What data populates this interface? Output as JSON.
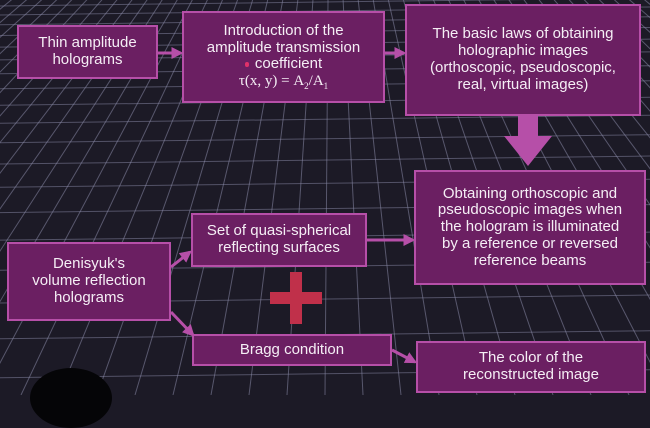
{
  "colors": {
    "background": "#1c1a26",
    "grid": "#8a8aa8",
    "box_fill": "#6b1f62",
    "box_border": "#b64fa8",
    "arrow": "#b64fa8",
    "plus": "#c0304a",
    "text": "#f5eef5"
  },
  "boxes": {
    "thin_holograms": {
      "lines": [
        "Thin amplitude",
        "holograms"
      ]
    },
    "intro": {
      "lines": [
        "Introduction of the",
        "amplitude transmission",
        "coefficient"
      ],
      "formula": "τ(x, y) = A",
      "formula_sub1": "2",
      "formula_mid": "/A",
      "formula_sub2": "1"
    },
    "basic_laws": {
      "lines": [
        "The basic laws of obtaining",
        "holographic images",
        "(orthoscopic, pseudoscopic,",
        "real, virtual images)"
      ]
    },
    "orthoscopic": {
      "lines": [
        "Obtaining orthoscopic and",
        "pseudoscopic images when",
        "the hologram is illuminated",
        "by a reference or  reversed",
        "reference beams"
      ]
    },
    "quasi_spherical": {
      "lines": [
        "Set of quasi-spherical",
        "reflecting surfaces"
      ]
    },
    "denisyuk": {
      "lines": [
        "Denisyuk's",
        "volume reflection",
        "holograms"
      ]
    },
    "bragg": {
      "lines": [
        "Bragg condition"
      ]
    },
    "color": {
      "lines": [
        "The color of the",
        "reconstructed image"
      ]
    }
  }
}
